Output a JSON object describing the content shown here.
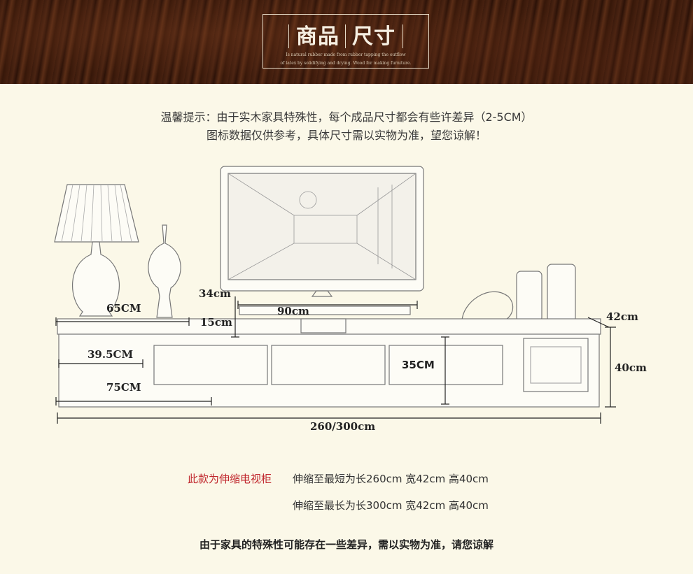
{
  "banner": {
    "title_left": "商品",
    "title_right": "尺寸",
    "subtitle_line1": "Is natural rubber made from rubber tapping the outflow",
    "subtitle_line2": "of latex by solidifying and drying. Wood for making furniture."
  },
  "tip": {
    "line1": "温馨提示：由于实木家具特殊性，每个成品尺寸都会有些许差异（2-5CM）",
    "line2": "图标数据仅供参考，具体尺寸需以实物为准，望您谅解！"
  },
  "dimensions": {
    "d65": "65CM",
    "d395": "39.5CM",
    "d75": "75CM",
    "d34": "34cm",
    "d90": "90cm",
    "d15": "15cm",
    "d35": "35CM",
    "d42": "42cm",
    "d40": "40cm",
    "dtotal": "260/300cm"
  },
  "notes": {
    "label": "此款为伸缩电视柜",
    "short": "伸缩至最短为长260cm 宽42cm 高40cm",
    "long": "伸缩至最长为长300cm 宽42cm 高40cm"
  },
  "bottom_note": "由于家具的特殊性可能存在一些差异，需以实物为准，请您谅解",
  "colors": {
    "background": "#fbf8e8",
    "banner_wood": "#3a1a0c",
    "accent_red": "#c0272d"
  }
}
